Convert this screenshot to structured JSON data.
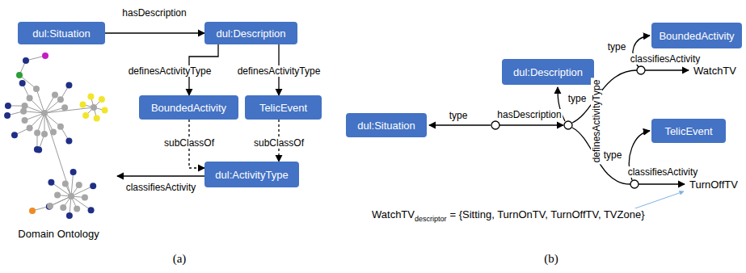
{
  "diagram": {
    "nodes": [
      {
        "text": [
          "dul:Situation"
        ]
      },
      {
        "text": [
          "dul:Description"
        ]
      },
      {
        "text": [
          "BoundedActivity"
        ]
      },
      {
        "text": [
          "TelicEvent"
        ]
      },
      {
        "text": [
          "dul:ActivityType"
        ]
      },
      {
        "text": [
          "Domain Ontology"
        ]
      },
      {
        "text": [
          "dul:Situation"
        ]
      },
      {
        "text": [
          "dul:Description"
        ]
      },
      {
        "text": [
          "BoundedActivity"
        ]
      },
      {
        "text": [
          "TelicEvent"
        ]
      }
    ],
    "edges": [
      {
        "from": 0,
        "to": 1,
        "label": "hasDescription",
        "arrow": "to"
      },
      {
        "from": 1,
        "to": 2,
        "label": "definesActivityType",
        "arrow": "to"
      },
      {
        "from": 1,
        "to": 3,
        "label": "definesActivityType",
        "arrow": "to"
      },
      {
        "from": 2,
        "to": 4,
        "label": "subClassOf",
        "arrow": "to"
      },
      {
        "from": 3,
        "to": 4,
        "label": "subClassOf",
        "arrow": "to"
      },
      {
        "from": 4,
        "to": 5,
        "label": "classifiesActivity",
        "arrow": "to"
      }
    ],
    "labels": [
      "(a)",
      "(b)",
      "type",
      "hasDescription",
      "type",
      "definesActivityType",
      "type",
      "classifiesActivity",
      "WatchTV",
      "type",
      "classifiesActivity",
      "TurnOffTV",
      "WatchTV",
      "descriptor",
      "= {Sitting, TurnOnTV, TurnOffTV, TVZone}"
    ]
  }
}
